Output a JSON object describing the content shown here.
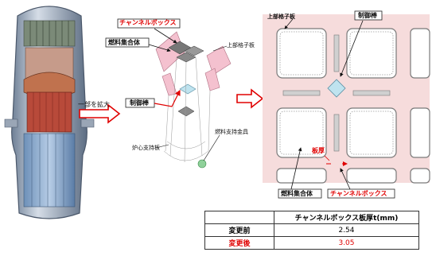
{
  "labels": {
    "expand": "一部を拡大",
    "channel_box_mid": "チャンネルボックス",
    "fuel_assembly_mid": "燃料集合体",
    "upper_grid": "上部格子板",
    "control_rod_mid": "制御棒",
    "core_support": "炉心支持板",
    "fuel_support": "燃料支持金具",
    "upper_grid_right": "上部格子板",
    "control_rod_right": "制御棒",
    "thickness": "板厚",
    "fuel_assembly_right": "燃料集合体",
    "channel_box_right": "チャンネルボックス"
  },
  "table": {
    "header": "チャンネルボックス板厚t(mm)",
    "rows": [
      {
        "label": "変更前",
        "value": "2.54"
      },
      {
        "label": "変更後",
        "value": "3.05"
      }
    ]
  },
  "colors": {
    "accent_red": "#e00000",
    "grid_pink": "#f6dcdc",
    "grid_outline": "#7a7a7a",
    "vessel_blue": "#8fb2d6"
  }
}
